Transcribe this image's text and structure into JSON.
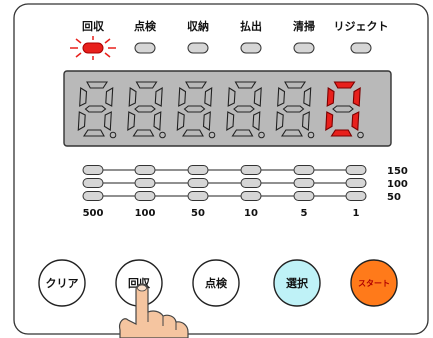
{
  "status_indicators": [
    {
      "label": "回収",
      "active": true
    },
    {
      "label": "点検",
      "active": false
    },
    {
      "label": "収納",
      "active": false
    },
    {
      "label": "払出",
      "active": false
    },
    {
      "label": "清掃",
      "active": false
    },
    {
      "label": "リジェクト",
      "active": false
    }
  ],
  "display": {
    "digits": [
      "8",
      "8",
      "8",
      "8",
      "8",
      "0"
    ],
    "active_digit_index": 5
  },
  "denomination_columns": [
    "500",
    "100",
    "50",
    "10",
    "5",
    "1"
  ],
  "row_labels": [
    "150",
    "100",
    "50"
  ],
  "buttons": [
    {
      "label": "クリア",
      "style": "white"
    },
    {
      "label": "回収",
      "style": "white"
    },
    {
      "label": "点検",
      "style": "white"
    },
    {
      "label": "選択",
      "style": "cyan"
    },
    {
      "label": "スタート",
      "style": "orange"
    }
  ],
  "colors": {
    "active_red": "#e8201c",
    "led_off": "#d6d6d6",
    "display_bg": "#b9b9b9",
    "segment_off": "#b9b9b9",
    "select_button": "#bff2f7",
    "start_button": "#ff7a1a"
  }
}
